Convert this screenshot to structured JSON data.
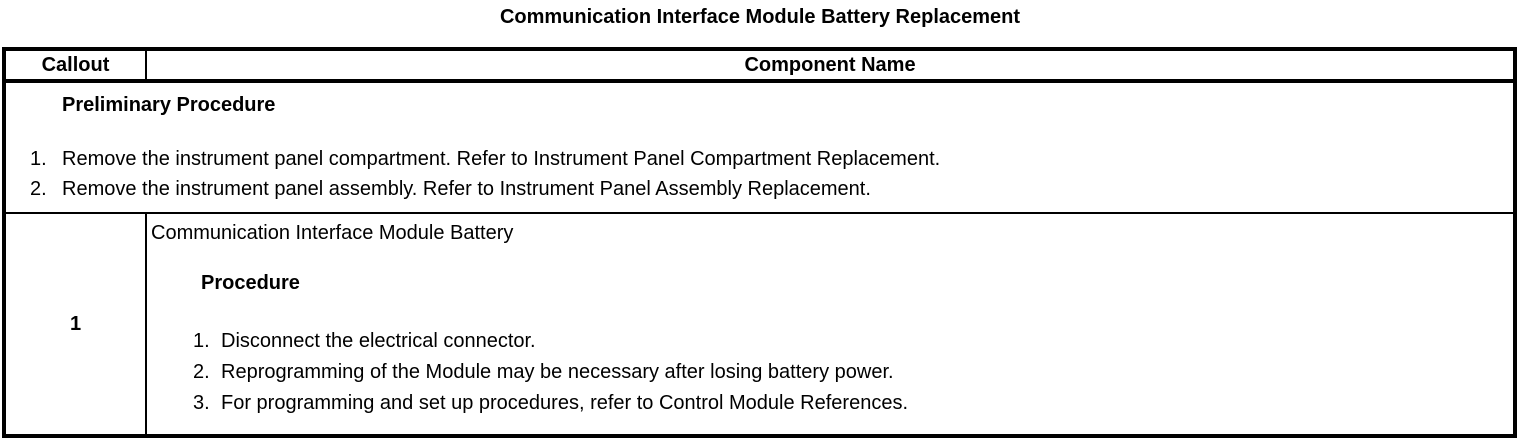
{
  "colors": {
    "text": "#000000",
    "background": "#ffffff",
    "border": "#000000"
  },
  "title": "Communication Interface Module Battery Replacement",
  "table": {
    "header": {
      "callout": "Callout",
      "component_name": "Component Name"
    },
    "preliminary": {
      "heading": "Preliminary Procedure",
      "steps": [
        "Remove the instrument panel compartment. Refer to Instrument Panel Compartment Replacement.",
        "Remove the instrument panel assembly. Refer to Instrument Panel Assembly Replacement."
      ]
    },
    "rows": [
      {
        "callout": "1",
        "component_name": "Communication Interface Module Battery",
        "procedure_heading": "Procedure",
        "steps": [
          "Disconnect the electrical connector.",
          "Reprogramming of the Module may be necessary after losing battery power.",
          "For programming and set up procedures, refer to Control Module References."
        ]
      }
    ]
  }
}
